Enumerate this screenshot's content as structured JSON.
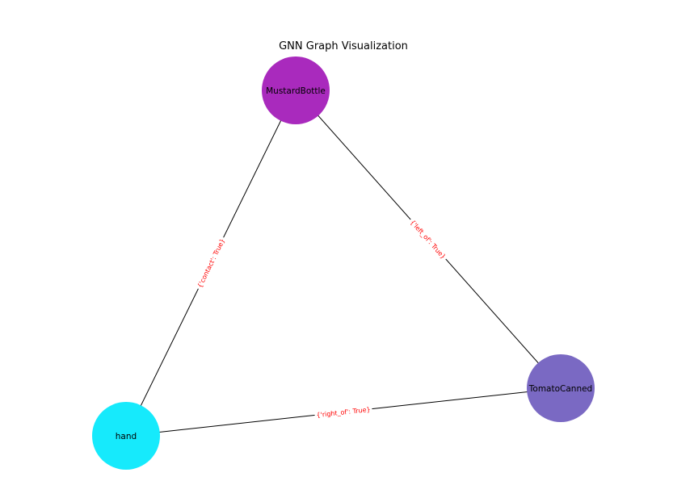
{
  "title": "GNN Graph Visualization",
  "colors": {
    "edge": "#000000",
    "edge_label": "#ff0000",
    "edge_label_background": "#ffffff"
  },
  "nodes": [
    {
      "id": "MustardBottle",
      "label": "MustardBottle",
      "color": "#a92abd"
    },
    {
      "id": "TomatoCanned",
      "label": "TomatoCanned",
      "color": "#7a69c3"
    },
    {
      "id": "hand",
      "label": "hand",
      "color": "#16eafc"
    }
  ],
  "edges": [
    {
      "source": "MustardBottle",
      "target": "hand",
      "label": "{'contact': True}"
    },
    {
      "source": "MustardBottle",
      "target": "TomatoCanned",
      "label": "{'left_of': True}"
    },
    {
      "source": "hand",
      "target": "TomatoCanned",
      "label": "{'right_of': True}"
    }
  ]
}
